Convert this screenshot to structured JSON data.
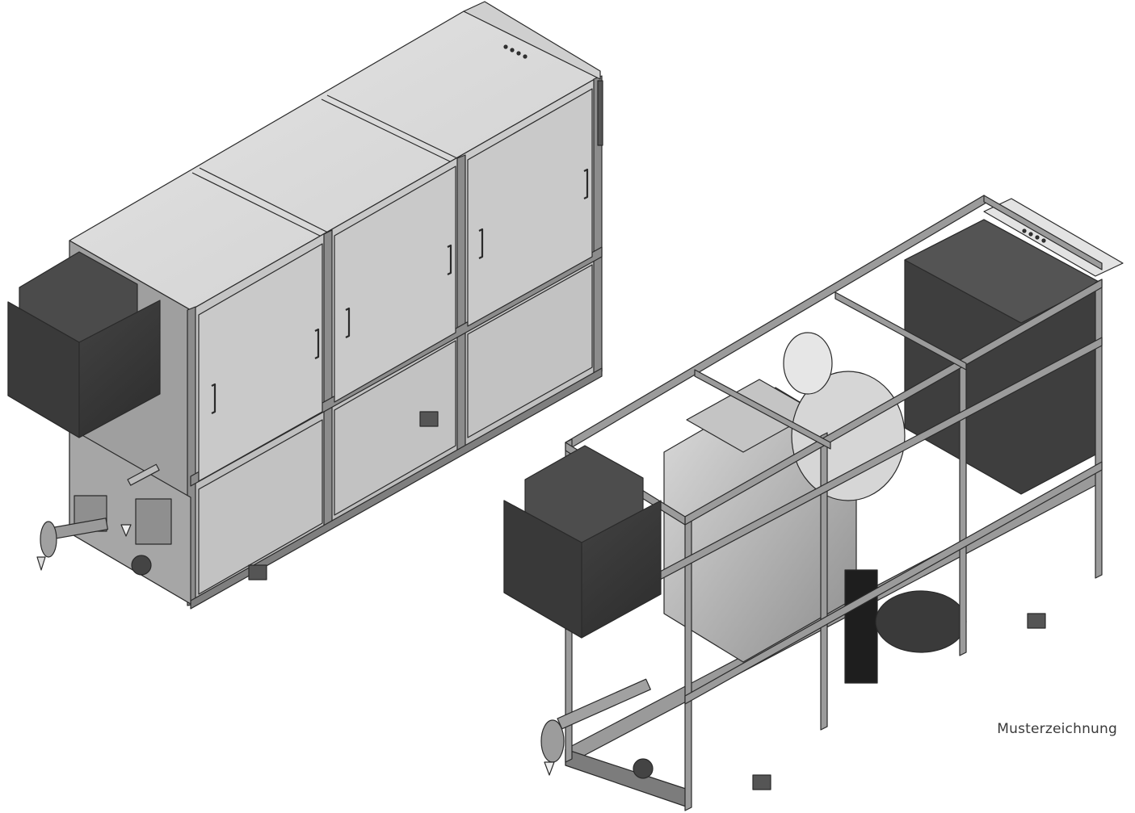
{
  "caption": "Musterzeichnung",
  "colors": {
    "frame": "#8c8c8c",
    "frame_dark": "#6a6a6a",
    "panel_top": "#d9d9d9",
    "panel_front": "#c4c4c4",
    "panel_side": "#a9a9a9",
    "dark_box": "#3c3c3c",
    "outline": "#2a2a2a"
  },
  "figures": [
    {
      "name": "enclosed-unit",
      "description_icon": "cabinet-icon"
    },
    {
      "name": "open-frame-unit",
      "description_icon": "engine-frame-icon"
    }
  ]
}
